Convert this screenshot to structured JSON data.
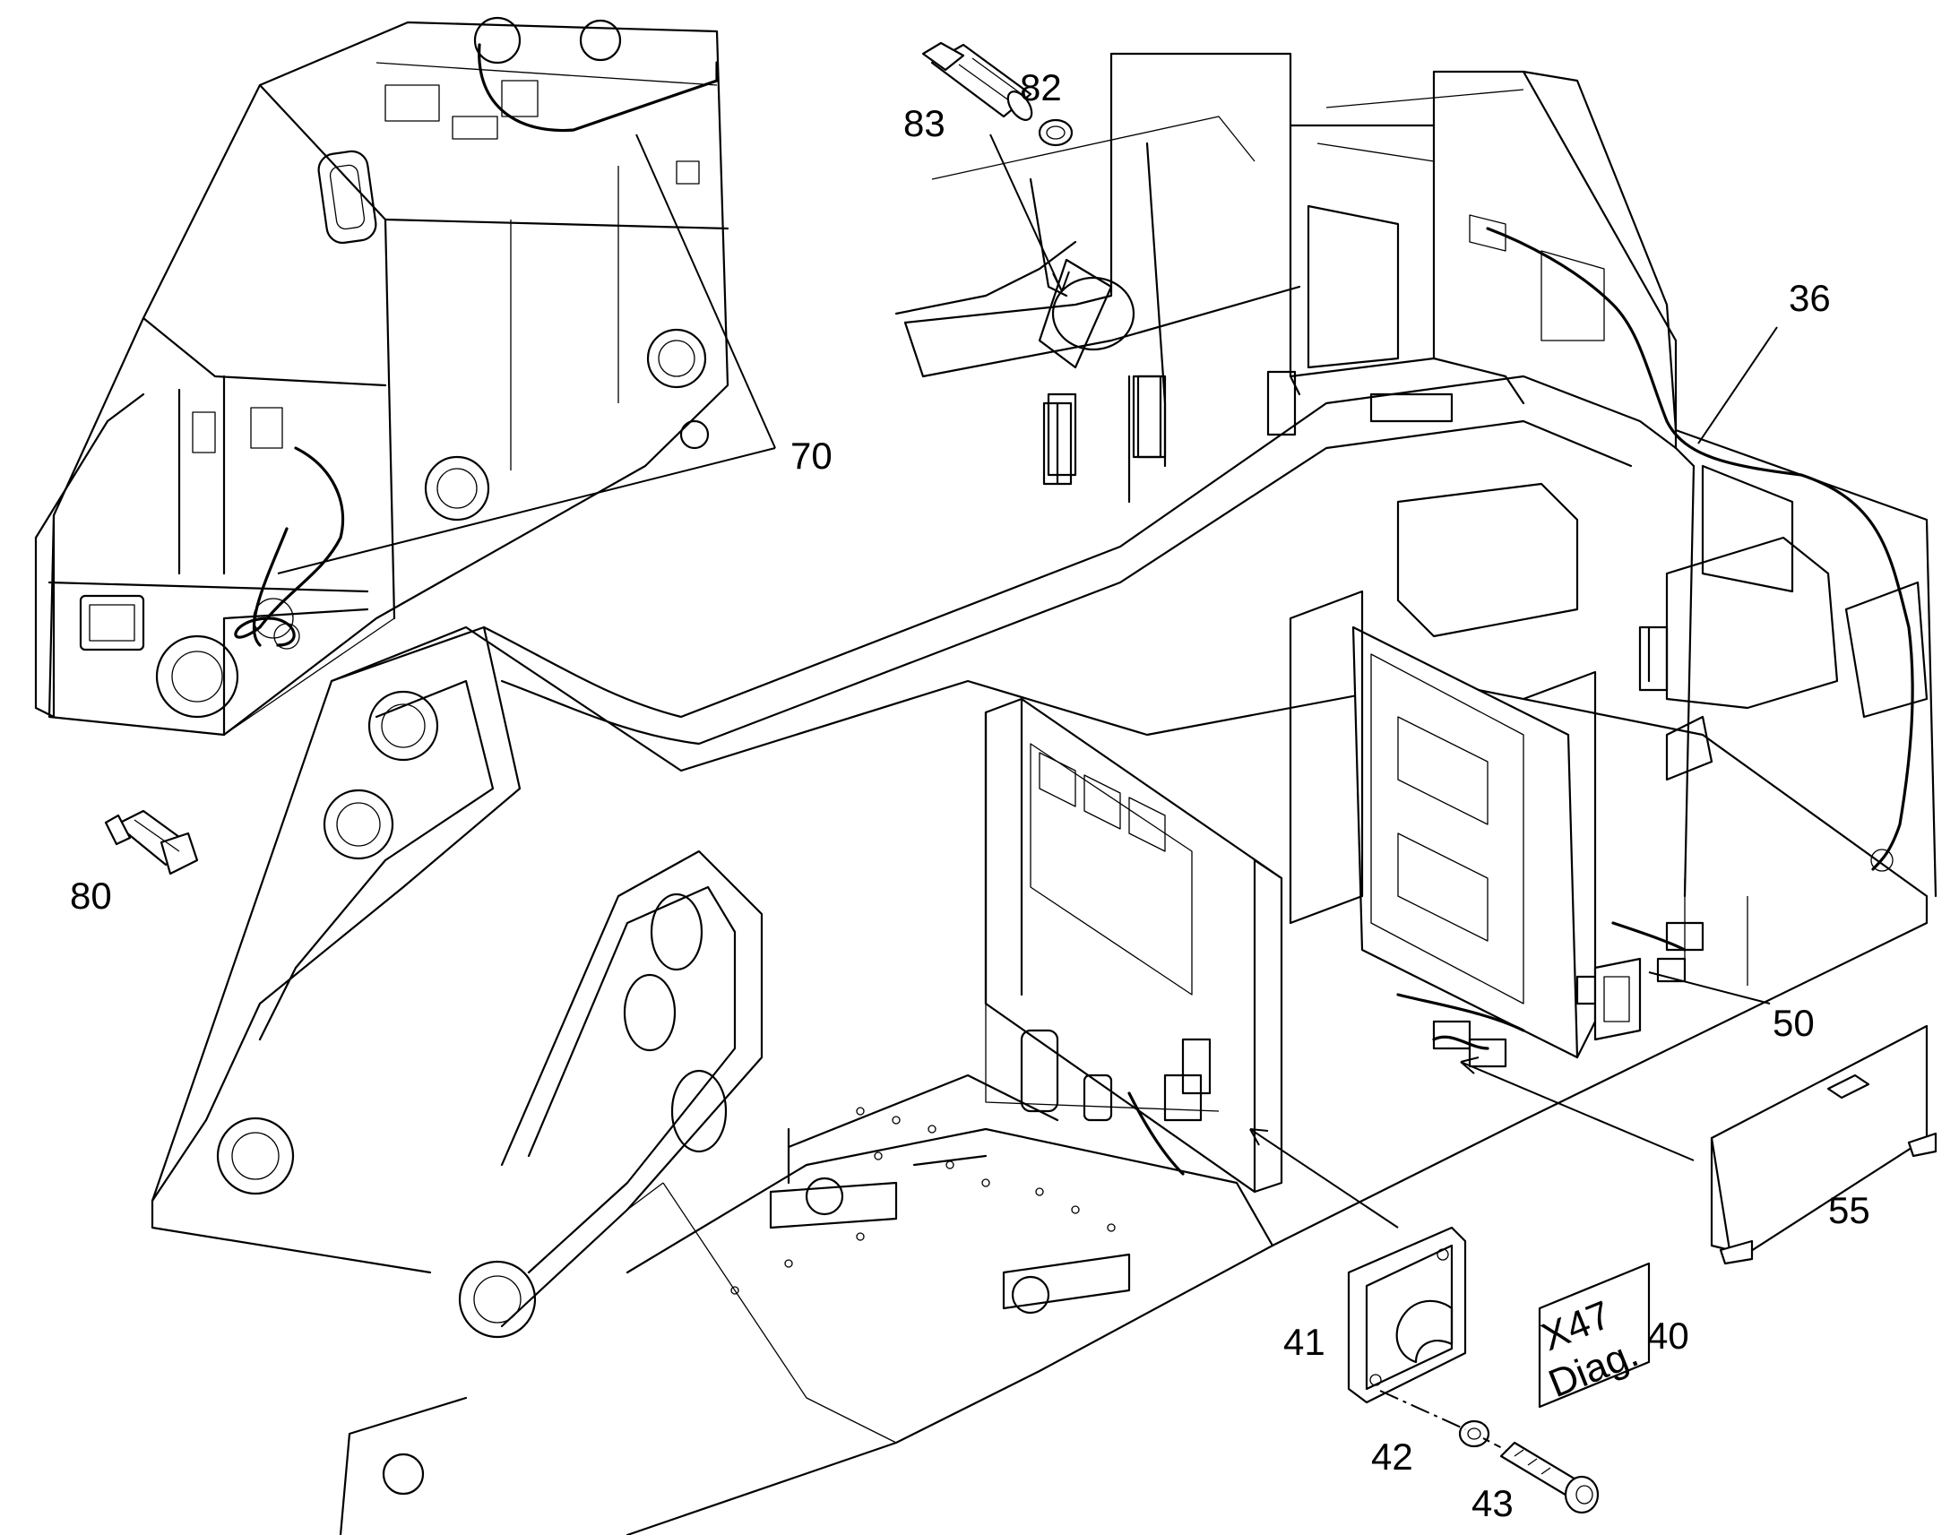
{
  "callouts": [
    {
      "id": "83",
      "label": "83"
    },
    {
      "id": "82",
      "label": "82"
    },
    {
      "id": "36",
      "label": "36"
    },
    {
      "id": "70",
      "label": "70"
    },
    {
      "id": "80",
      "label": "80"
    },
    {
      "id": "50",
      "label": "50"
    },
    {
      "id": "55",
      "label": "55"
    },
    {
      "id": "41",
      "label": "41"
    },
    {
      "id": "40",
      "label": "40"
    },
    {
      "id": "42",
      "label": "42"
    },
    {
      "id": "43",
      "label": "43"
    }
  ],
  "diag_label": {
    "line1": "X47",
    "line2": "Diag."
  }
}
